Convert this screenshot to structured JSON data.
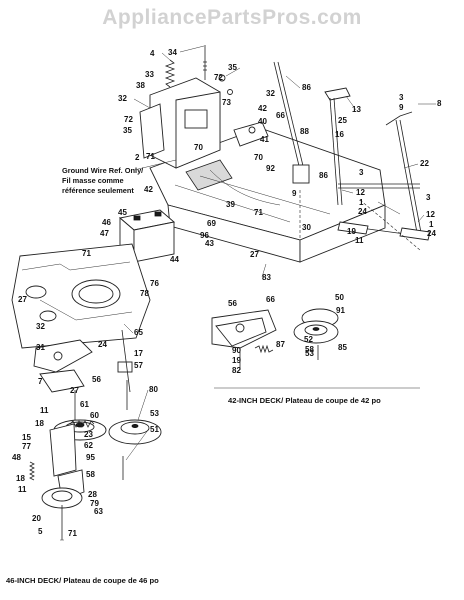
{
  "watermark": "AppliancePartsPros.com",
  "ground_wire_note": [
    "Ground Wire Ref. Only/",
    "Fil masse comme",
    "référence seulement"
  ],
  "caption_42": "42-INCH DECK/ Plateau de coupe de 42 po",
  "caption_46": "46-INCH DECK/ Plateau de coupe de 46 po",
  "callouts": {
    "c4": "4",
    "c34": "34",
    "c33": "33",
    "c38": "38",
    "c35": "35",
    "c72a": "72",
    "c32a": "32",
    "c86a": "86",
    "c73": "73",
    "c72b": "72",
    "c35b": "35",
    "c32b": "32",
    "c2": "2",
    "c71a": "71",
    "c42a": "42",
    "c40": "40",
    "c66a": "66",
    "c41": "41",
    "c88": "88",
    "c25": "25",
    "c16": "16",
    "c13": "13",
    "c3a": "3",
    "c9a": "9",
    "c8": "8",
    "c70a": "70",
    "c70b": "70",
    "c92": "92",
    "c22": "22",
    "c86b": "86",
    "c3b": "3",
    "c12a": "12",
    "c1a": "1",
    "c24a": "24",
    "c42b": "42",
    "c9b": "9",
    "c3c": "3",
    "c12b": "12",
    "c1b": "1",
    "c24b": "24",
    "c39": "39",
    "c71b": "71",
    "c45": "45",
    "c46": "46",
    "c47": "47",
    "c96": "96",
    "c69": "69",
    "c30": "30",
    "c19": "19",
    "c11a": "11",
    "c43": "43",
    "c44": "44",
    "c71c": "71",
    "c27a": "27",
    "c83": "83",
    "c76": "76",
    "c78": "78",
    "c27b": "27",
    "c56a": "56",
    "c66b": "66",
    "c50": "50",
    "c91": "91",
    "c32c": "32",
    "c65": "65",
    "c24c": "24",
    "c31": "31",
    "c87": "87",
    "c52": "52",
    "c58a": "58",
    "c90": "90",
    "c19b": "19",
    "c82": "82",
    "c53a": "53",
    "c85": "85",
    "c17": "17",
    "c57": "57",
    "c7": "7",
    "c56b": "56",
    "c80": "80",
    "c27c": "27",
    "c61": "61",
    "c11b": "11",
    "c60": "60",
    "c53b": "53",
    "c18a": "18",
    "c51": "51",
    "c23": "23",
    "c15": "15",
    "c77": "77",
    "c62": "62",
    "c48": "48",
    "c95": "95",
    "c58b": "58",
    "c18b": "18",
    "c11c": "11",
    "c28": "28",
    "c79": "79",
    "c63": "63",
    "c20": "20",
    "c5": "5",
    "c71d": "71"
  }
}
